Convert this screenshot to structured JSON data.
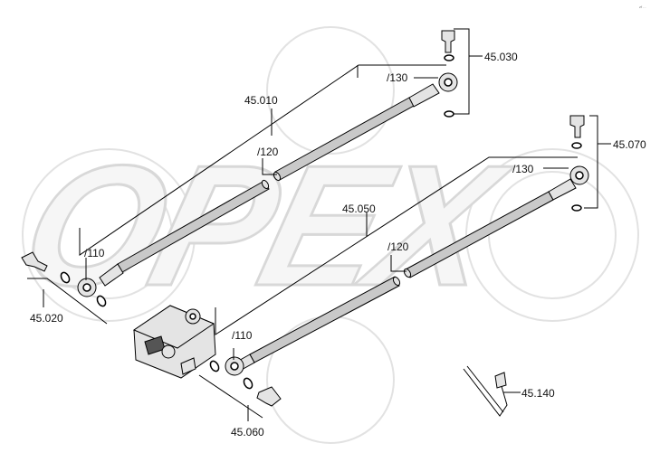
{
  "watermark": {
    "brand": "OPEX"
  },
  "corner_mark": "zf ...",
  "callouts": {
    "c_45010": "45.010",
    "c_45030": "45.030",
    "c_45070": "45.070",
    "c_45020": "45.020",
    "c_45050": "45.050",
    "c_45060": "45.060",
    "c_45140": "45.140",
    "c_130_top": "/130",
    "c_130_mid": "/130",
    "c_120_top": "/120",
    "c_120_mid": "/120",
    "c_110_left": "/110",
    "c_110_mid": "/110"
  }
}
